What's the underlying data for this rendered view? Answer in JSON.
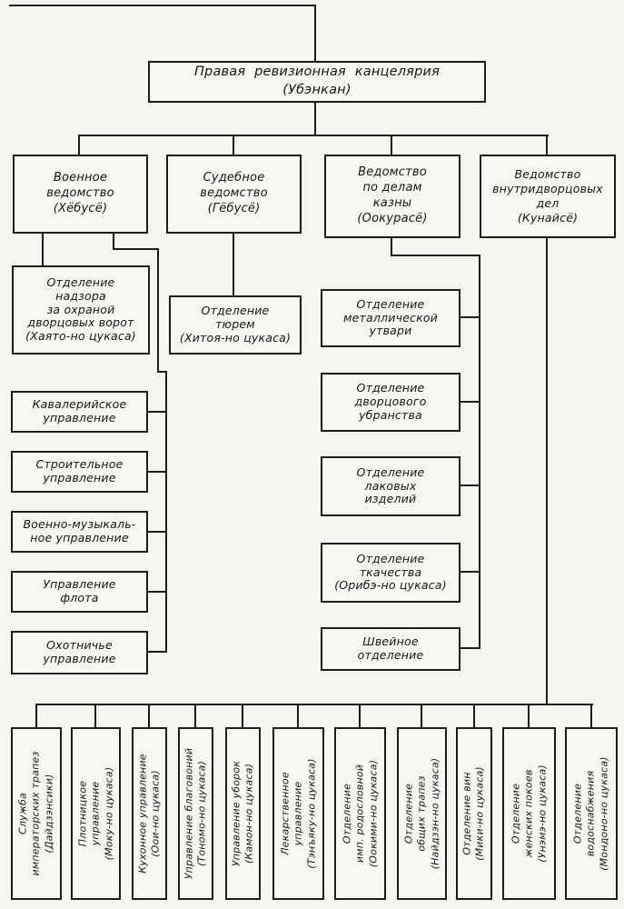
{
  "diagram": {
    "type": "org-chart",
    "language": "ru",
    "colors": {
      "line": "#1c1c1c",
      "background": "#f5f5f2",
      "box_fill": "#f7f7f4"
    },
    "root": {
      "label": "Правая ревизионная канцелярия\n(Убэнкан)"
    },
    "departments": [
      {
        "label": "Военное\nведомство\n(Хёбусё)"
      },
      {
        "label": "Судебное\nведомство\n(Гёбусё)"
      },
      {
        "label": "Ведомство\nпо делам\nказны\n(Оокурасё)"
      },
      {
        "label": "Ведомство\nвнутридворцовых\nдел\n(Кунайсё)"
      }
    ],
    "military_children": [
      {
        "label": "Отделение\nнадзора\nза охраной\nдворцовых ворот\n(Хаято-но цукаса)"
      },
      {
        "label": "Кавалерийское\nуправление"
      },
      {
        "label": "Строительное\nуправление"
      },
      {
        "label": "Военно-музыкаль-\nное управление"
      },
      {
        "label": "Управление\nфлота"
      },
      {
        "label": "Охотничье\nуправление"
      }
    ],
    "judicial_children": [
      {
        "label": "Отделение\nтюрем\n(Хитоя-но цукаса)"
      }
    ],
    "treasury_children": [
      {
        "label": "Отделение\nметаллической\nутвари"
      },
      {
        "label": "Отделение\nдворцового\nубранства"
      },
      {
        "label": "Отделение\nлаковых\nизделий"
      },
      {
        "label": "Отделение\nткачества\n(Орибэ-но цукаса)"
      },
      {
        "label": "Швейное\nотделение"
      }
    ],
    "household_children": [
      {
        "label": "Служба\nимператорских трапез\n(Дайдзэнсики)"
      },
      {
        "label": "Плотницкое\nуправление\n(Моку-но цукаса)"
      },
      {
        "label": "Кухонное управление\n(Оои-но цукаса)"
      },
      {
        "label": "Управление благовоний\n(Тономо-но цукаса)"
      },
      {
        "label": "Управление уборок\n(Камон-но цукаса)"
      },
      {
        "label": "Лекарственное\nуправление\n(Тэнъяку-но цукаса)"
      },
      {
        "label": "Отделение\nимп. родословной\n(Оокими-но цукаса)"
      },
      {
        "label": "Отделение\nобщих трапез\n(Найдзэн-но цукаса)"
      },
      {
        "label": "Отделение вин\n(Мики-но цукаса)"
      },
      {
        "label": "Отделение\nженских покоев\n(Унэмэ-но цукаса)"
      },
      {
        "label": "Отделение\nводоснабжения\n(Мондоно-но цукаса)"
      }
    ]
  }
}
